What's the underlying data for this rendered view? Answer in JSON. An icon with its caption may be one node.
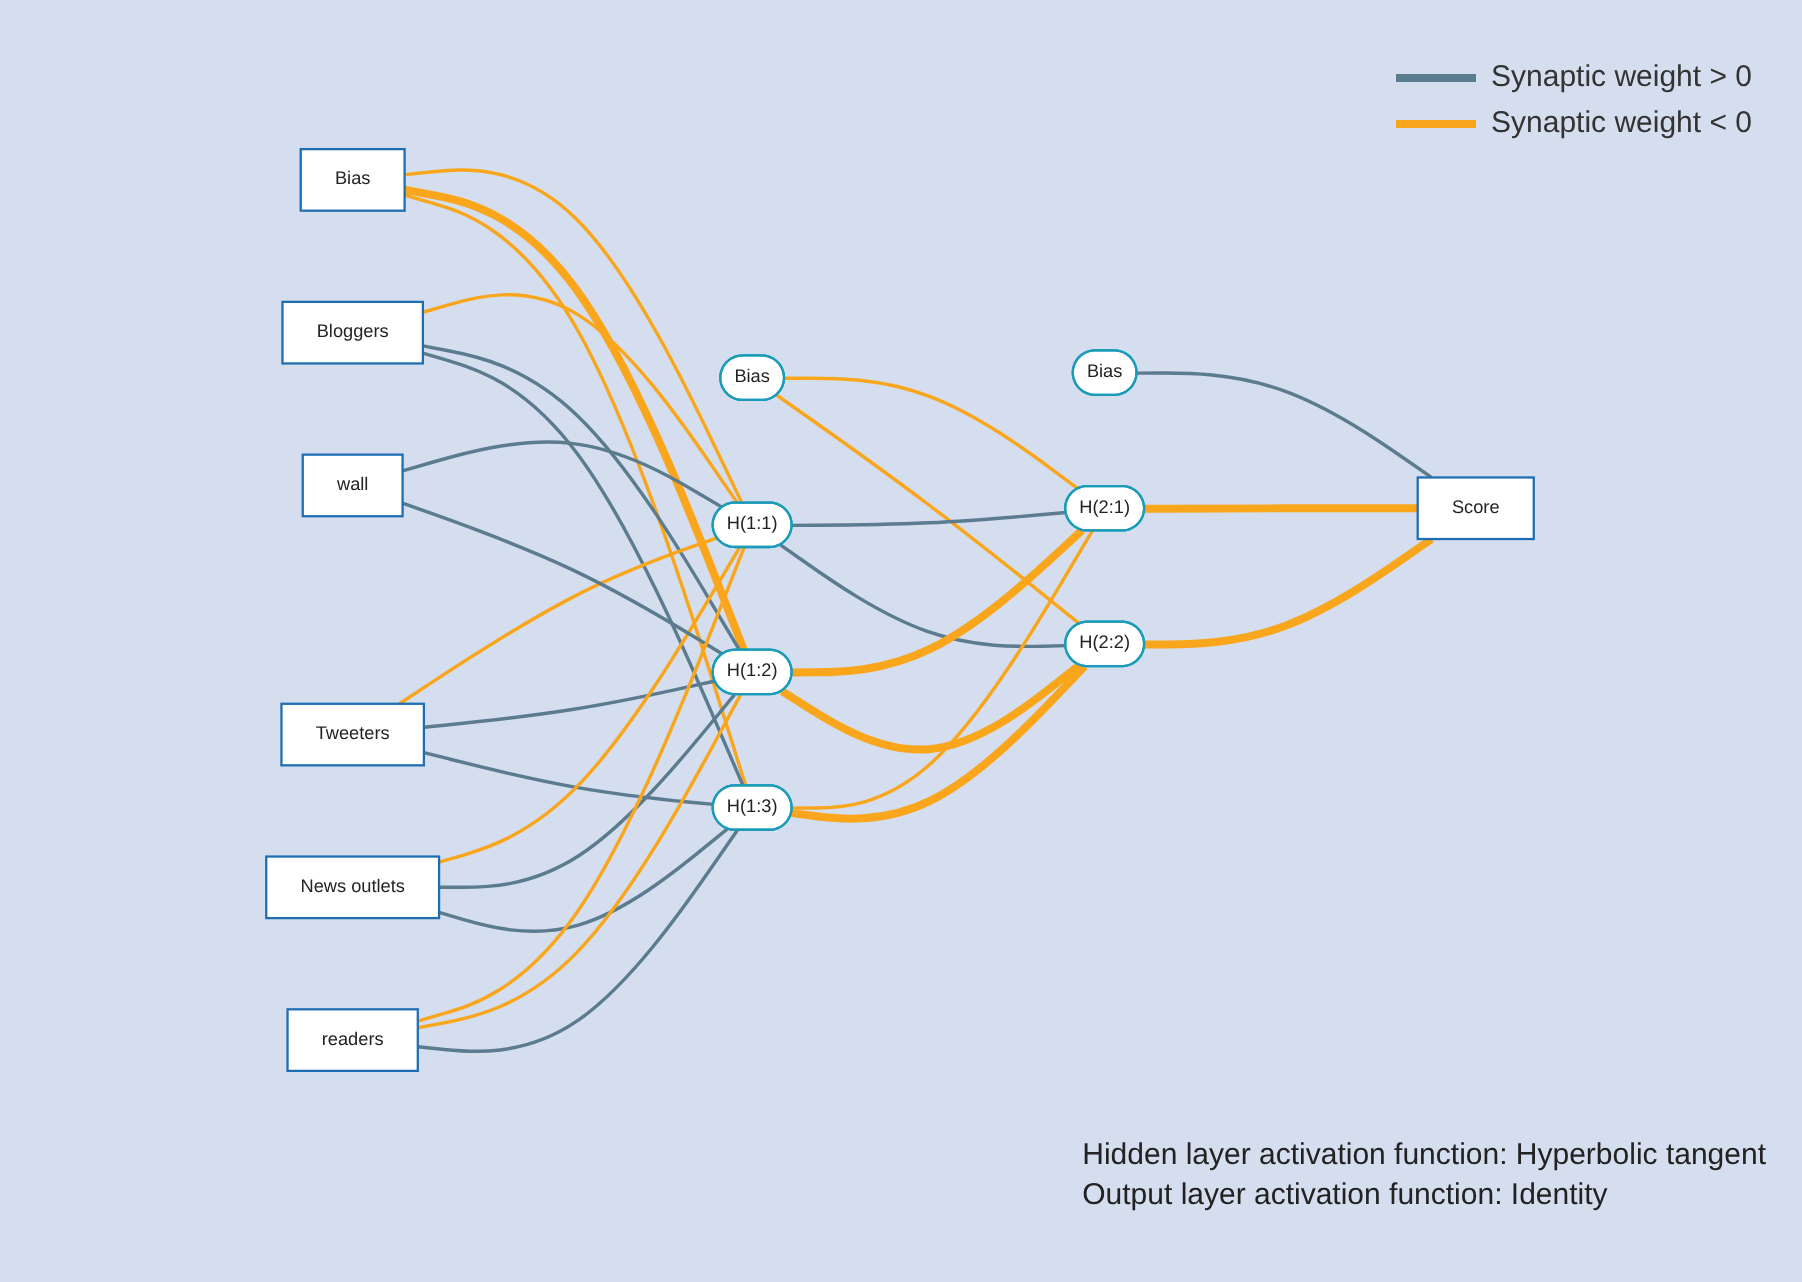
{
  "diagram": {
    "nodes": [
      {
        "text": [
          "Bias"
        ]
      },
      {
        "text": [
          "Bloggers"
        ]
      },
      {
        "text": [
          "Tweeters"
        ]
      },
      {
        "text": [
          "News outlets"
        ]
      },
      {
        "text": [
          "wall"
        ]
      },
      {
        "text": [
          "readers"
        ]
      },
      {
        "text": [
          "Bias"
        ]
      },
      {
        "text": [
          "H(1:1)"
        ]
      },
      {
        "text": [
          "H(1:2)"
        ]
      },
      {
        "text": [
          "H(1:3)"
        ]
      },
      {
        "text": [
          "Bias"
        ]
      },
      {
        "text": [
          "H(2:1)"
        ]
      },
      {
        "text": [
          "H(2:2)"
        ]
      },
      {
        "text": [
          "Score"
        ]
      }
    ],
    "edges": [
      {
        "from": 0,
        "to": 7,
        "arrow": "none"
      },
      {
        "from": 0,
        "to": 8,
        "arrow": "none",
        "style": "thick"
      },
      {
        "from": 0,
        "to": 9,
        "arrow": "none"
      },
      {
        "from": 1,
        "to": 7,
        "arrow": "none"
      },
      {
        "from": 1,
        "to": 8,
        "arrow": "none",
        "color": "#5b7b8f"
      },
      {
        "from": 1,
        "to": 9,
        "arrow": "none",
        "color": "#5b7b8f"
      },
      {
        "from": 2,
        "to": 7,
        "arrow": "none"
      },
      {
        "from": 2,
        "to": 8,
        "arrow": "none",
        "color": "#5b7b8f"
      },
      {
        "from": 2,
        "to": 9,
        "arrow": "none",
        "color": "#5b7b8f"
      },
      {
        "from": 3,
        "to": 7,
        "arrow": "none"
      },
      {
        "from": 3,
        "to": 8,
        "arrow": "none",
        "color": "#5b7b8f"
      },
      {
        "from": 3,
        "to": 9,
        "arrow": "none",
        "color": "#5b7b8f"
      },
      {
        "from": 4,
        "to": 7,
        "arrow": "none",
        "color": "#5b7b8f"
      },
      {
        "from": 4,
        "to": 8,
        "arrow": "none",
        "color": "#5b7b8f"
      },
      {
        "from": 5,
        "to": 7,
        "arrow": "none"
      },
      {
        "from": 5,
        "to": 8,
        "arrow": "none"
      },
      {
        "from": 5,
        "to": 9,
        "arrow": "none",
        "color": "#5b7b8f"
      },
      {
        "from": 6,
        "to": 11,
        "arrow": "none"
      },
      {
        "from": 6,
        "to": 12,
        "arrow": "none"
      },
      {
        "from": 7,
        "to": 11,
        "arrow": "none",
        "color": "#5b7b8f"
      },
      {
        "from": 7,
        "to": 12,
        "arrow": "none",
        "color": "#5b7b8f"
      },
      {
        "from": 8,
        "to": 11,
        "arrow": "none",
        "style": "thick"
      },
      {
        "from": 8,
        "to": 12,
        "arrow": "none",
        "style": "thick"
      },
      {
        "from": 9,
        "to": 11,
        "arrow": "none"
      },
      {
        "from": 9,
        "to": 12,
        "arrow": "none",
        "style": "thick"
      },
      {
        "from": 10,
        "to": 13,
        "arrow": "none",
        "color": "#5b7b8f"
      },
      {
        "from": 11,
        "to": 13,
        "arrow": "none",
        "style": "thick"
      },
      {
        "from": 12,
        "to": 13,
        "arrow": "none",
        "style": "thick"
      }
    ],
    "labels": [
      "Hidden layer activation function: Hyperbolic tangent",
      "Output layer activation function: Identity"
    ],
    "legend": [
      {
        "text": "Synaptic weight > 0",
        "color": "#5b7b8f"
      },
      {
        "text": "Synaptic weight < 0",
        "color": "#f9a61c"
      }
    ]
  }
}
